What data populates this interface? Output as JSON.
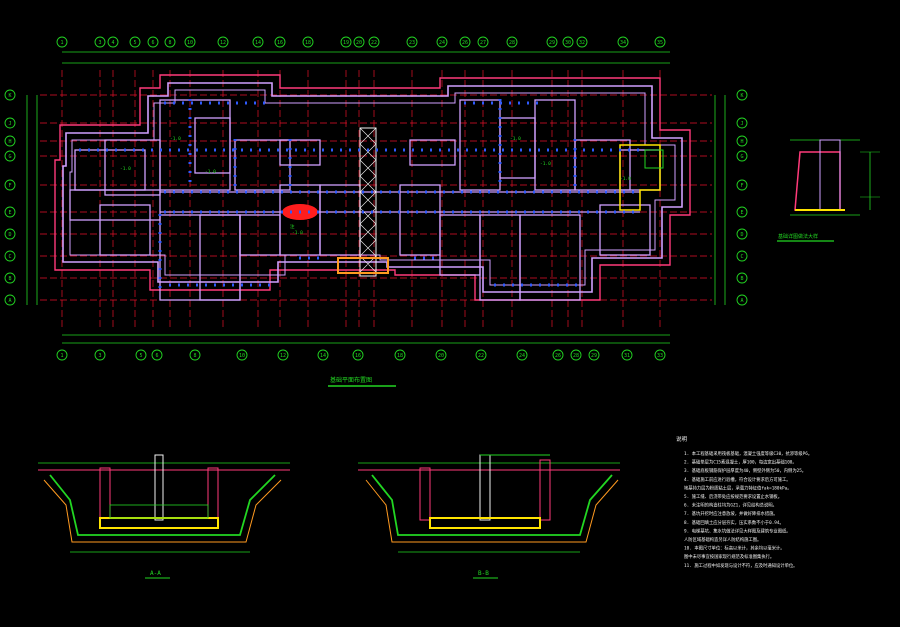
{
  "grid": {
    "cols_top": [
      "1",
      "3",
      "4",
      "5",
      "6",
      "8",
      "10",
      "12",
      "14",
      "16",
      "18",
      "19",
      "20",
      "22",
      "23",
      "24",
      "26",
      "27",
      "28",
      "29",
      "30",
      "32",
      "34",
      "35"
    ],
    "cols_bottom": [
      "1",
      "3",
      "5",
      "6",
      "8",
      "10",
      "12",
      "14",
      "16",
      "18",
      "20",
      "22",
      "24",
      "26",
      "28",
      "29",
      "31",
      "33",
      "35"
    ],
    "rows_left": [
      "K",
      "J",
      "H",
      "G",
      "F",
      "E",
      "D",
      "C",
      "B",
      "A"
    ],
    "rows_right": [
      "K",
      "J",
      "H",
      "G",
      "F",
      "E",
      "D",
      "C",
      "B",
      "A"
    ]
  },
  "labels": {
    "plan_title": "基础平面布置图",
    "detail_title": "基础详图做法大样",
    "section_a": "A-A",
    "section_b": "B-B",
    "notes_title": "说明"
  },
  "notes": [
    "1. 本工程基础采用筏板基础，混凝土强度等级C30，抗渗等级P6。",
    "2. 基础垫层为C15素混凝土，厚100，每边宽出基础100。",
    "3. 基础底板钢筋保护层厚度为40，侧壁外侧为50，内侧为25。",
    "4. 基础施工前应进行验槽，符合设计要求后方可施工。",
    "   地基持力层为粉质粘土层，承载力特征值fak=180kPa。",
    "5. 施工缝、后浇带处应按规范要求设置止水钢板。",
    "6. 未注明的构造柱均为GZ1，详见结构总说明。",
    "7. 基坑开挖时应注意放坡，并做好降排水措施。",
    "8. 基础回填土应分层夯实，压实系数不小于0.94。",
    "9. 电梯基坑、集水坑做法详见大样图及建筑专业图纸。",
    "   人防区域基础构造另详人防结构施工图。",
    "10. 本图尺寸单位：标高以米计，其余均以毫米计。",
    "    图中未尽事宜按国家现行规范及标准图集执行。",
    "11. 施工过程中如发现与设计不符，应及时通知设计单位。"
  ],
  "colors": {
    "grid_line": "#e3122a",
    "grid_bubble": "#22d622",
    "dimension": "#22d622",
    "wall": "#d0a0ff",
    "pile": "#2f5bff",
    "text": "#22d622",
    "cyan": "#29d9d9",
    "yellow": "#e6e622",
    "orange": "#ff9a20",
    "red_fill": "#ff1d1d",
    "white": "#f2f2f2"
  }
}
